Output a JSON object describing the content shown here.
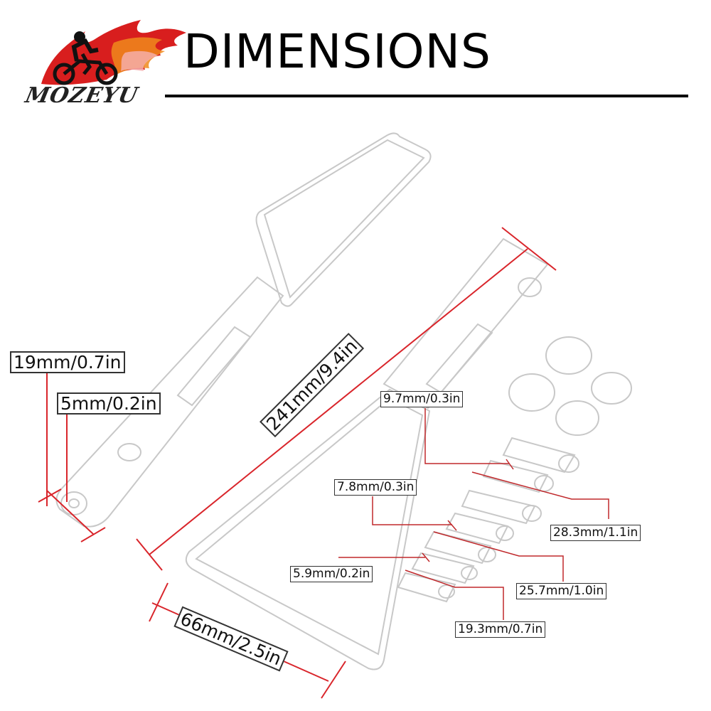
{
  "header": {
    "title": "DIMENSIONS",
    "brand": "MOZEYU"
  },
  "colors": {
    "dimension_line": "#d9252b",
    "leader_line": "#c0282b",
    "outline": "#c8c8c8",
    "flame_red": "#d81e1e",
    "flame_orange": "#f08a1c",
    "rule": "#000000"
  },
  "measurements": {
    "overall_length": "241mm/9.4in",
    "mirror_width": "66mm/2.5in",
    "stem_diameter": "19mm/0.7in",
    "bolt_hole": "5mm/0.2in",
    "bolt_a_diameter": "9.7mm/0.3in",
    "bolt_b_diameter": "7.8mm/0.3in",
    "bolt_c_diameter": "5.9mm/0.2in",
    "bolt_a_length": "28.3mm/1.1in",
    "bolt_b_length": "25.7mm/1.0in",
    "bolt_c_length": "19.3mm/0.7in"
  }
}
